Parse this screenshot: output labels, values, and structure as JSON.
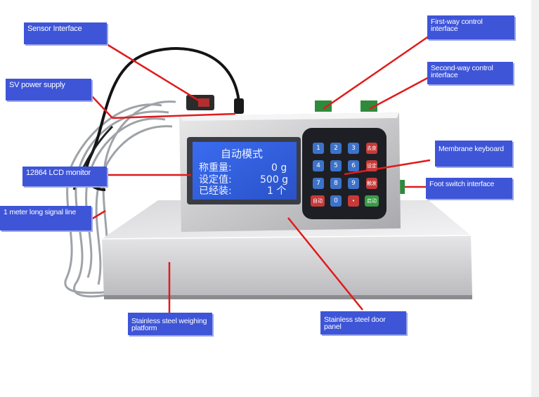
{
  "labels": {
    "sensor_interface": "Sensor Interface",
    "sv_power_supply": "SV power supply",
    "lcd_monitor": "12864 LCD monitor",
    "signal_line": "1 meter long signal line",
    "first_way": "First-way control interface",
    "second_way": "Second-way control interface",
    "membrane_keyboard": "Membrane keyboard",
    "foot_switch": "Foot switch interface",
    "weighing_platform": "Stainless steel weighing platform",
    "door_panel": "Stainless steel door panel"
  },
  "lcd": {
    "line1": "自动模式",
    "line2_label": "称重量:",
    "line2_value": "0 g",
    "line3_label": "设定值:",
    "line3_value": "500 g",
    "line4_label": "已经装:",
    "line4_value": "1 个"
  },
  "keypad": {
    "row1": [
      "1",
      "2",
      "3",
      "去皮"
    ],
    "row2": [
      "4",
      "5",
      "6",
      "设定"
    ],
    "row3": [
      "7",
      "8",
      "9",
      "触发"
    ],
    "row4": [
      "自动",
      "0",
      "•",
      "启动"
    ]
  },
  "colors": {
    "label_bg": "#3e55d8",
    "leader_line": "#e01b1b",
    "lcd_bg": "#2f5fe0",
    "steel": "#c9c9cc"
  }
}
